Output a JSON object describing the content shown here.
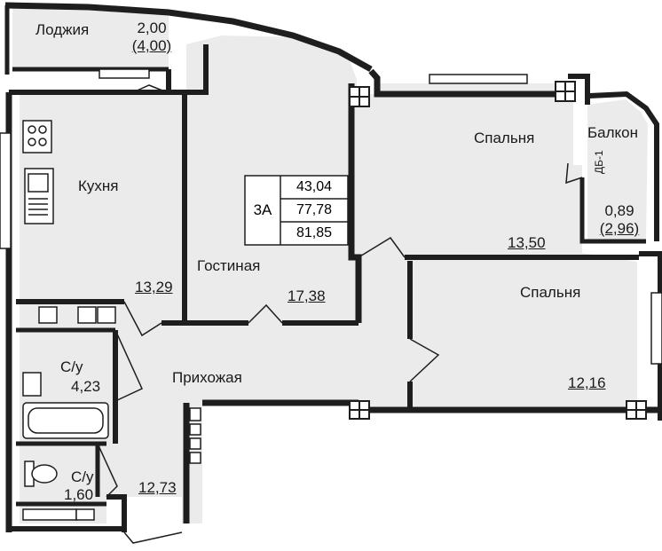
{
  "apartment": {
    "type": "3А",
    "areas": [
      "43,04",
      "77,78",
      "81,85"
    ]
  },
  "rooms": {
    "loggia": {
      "name": "Лоджия",
      "area": "2,00",
      "area_alt": "(4,00)"
    },
    "kitchen": {
      "name": "Кухня",
      "area": "13,29"
    },
    "living": {
      "name": "Гостиная",
      "area": "17,38"
    },
    "bedroom1": {
      "name": "Спальня",
      "area": "13,50"
    },
    "balcony": {
      "name": "Балкон",
      "area": "0,89",
      "area_alt": "(2,96)",
      "code": "ДБ-1"
    },
    "bedroom2": {
      "name": "Спальня",
      "area": "12,16"
    },
    "hall": {
      "name": "Прихожая",
      "area": "12,73"
    },
    "bath1": {
      "name": "С/у",
      "area": "4,23"
    },
    "bath2": {
      "name": "С/у",
      "area": "1,60"
    }
  },
  "colors": {
    "wall": "#1e1e1e",
    "floor": "#ebebeb",
    "fixture": "#ffffff"
  }
}
